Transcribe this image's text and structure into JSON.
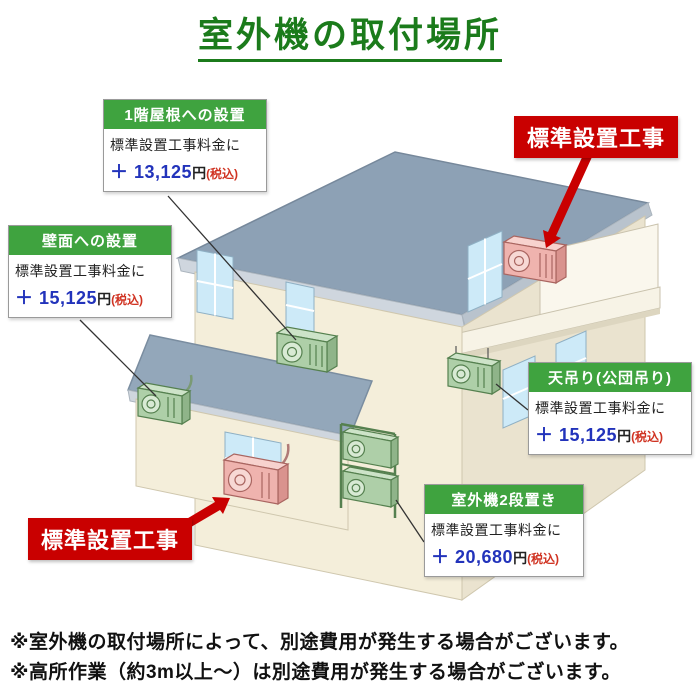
{
  "title": "室外機の取付場所",
  "callouts": {
    "roof1f": {
      "label": "1階屋根への設置",
      "desc": "標準設置工事料金に",
      "price": "＋ 13,125",
      "unit": "円",
      "tax": "(税込)"
    },
    "wall": {
      "label": "壁面への設置",
      "desc": "標準設置工事料金に",
      "price": "＋ 15,125",
      "unit": "円",
      "tax": "(税込)"
    },
    "ceiling": {
      "label": "天吊り(公団吊り)",
      "desc": "標準設置工事料金に",
      "price": "＋ 15,125",
      "unit": "円",
      "tax": "(税込)"
    },
    "stack2": {
      "label": "室外機2段置き",
      "desc": "標準設置工事料金に",
      "price": "＋ 20,680",
      "unit": "円",
      "tax": "(税込)"
    },
    "standard_upper": {
      "label": "標準設置工事"
    },
    "standard_lower": {
      "label": "標準設置工事"
    }
  },
  "notes": [
    "※室外機の取付場所によって、別途費用が発生する場合がございます。",
    "※高所作業（約3m以上〜）は別途費用が発生する場合がございます。"
  ],
  "colors": {
    "title_green": "#1b7b1b",
    "badge_green": "#3fa33f",
    "red": "#c90000",
    "price_blue": "#2233bb",
    "tax_red": "#d03322"
  }
}
